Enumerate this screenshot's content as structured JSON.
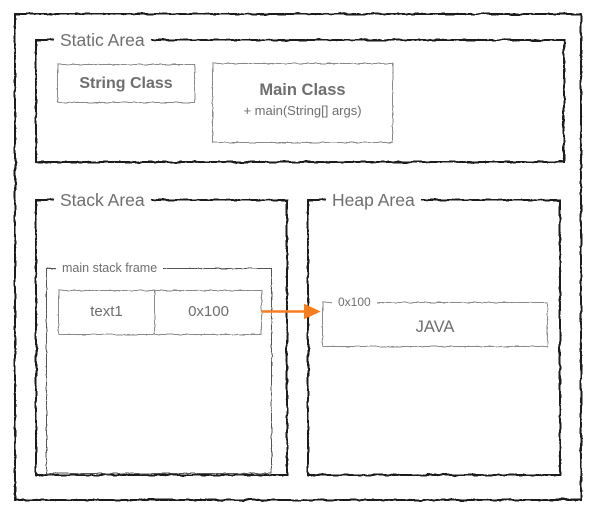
{
  "diagram": {
    "title_text": "",
    "outer_frame": {
      "name": "jvm-memory-outer-frame"
    },
    "colors": {
      "frame_stroke": "#1a1a1a",
      "inner_stroke": "#555555",
      "light_stroke": "#8a8a8a",
      "text": "#6e6e6e",
      "arrow": "#f57c1f",
      "background": "#ffffff"
    },
    "areas": [
      {
        "id": "static-area",
        "label": "Static Area",
        "children": [
          {
            "id": "string-class",
            "label": "String Class"
          },
          {
            "id": "main-class",
            "title": "Main Class",
            "signature": "+ main(String[] args)"
          }
        ]
      },
      {
        "id": "stack-area",
        "label": "Stack Area",
        "children": [
          {
            "id": "main-stack-frame",
            "label": "main stack frame",
            "table": {
              "cells": [
                {
                  "id": "variable-name-cell",
                  "value": "text1"
                },
                {
                  "id": "variable-value-cell",
                  "value": "0x100"
                }
              ]
            }
          }
        ]
      },
      {
        "id": "heap-area",
        "label": "Heap Area",
        "children": [
          {
            "id": "heap-object",
            "label": "0x100",
            "value": "JAVA"
          }
        ]
      }
    ],
    "connector": {
      "id": "stack-to-heap-arrow",
      "from": "variable-value-cell",
      "to": "heap-object",
      "color": "#f57c1f"
    }
  }
}
